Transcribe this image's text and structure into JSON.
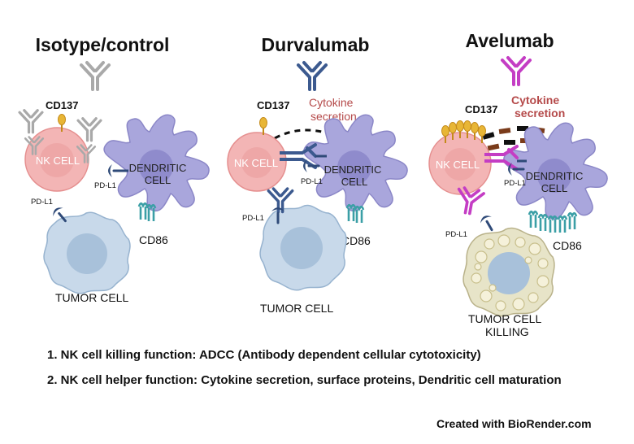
{
  "panels": [
    {
      "title": "Isotype/control",
      "cd137": "CD137",
      "nk_cell": "NK CELL",
      "dendritic_line1": "DENDRITIC",
      "dendritic_line2": "CELL",
      "pdl1_dc": "PD-L1",
      "pdl1_tumor": "PD-L1",
      "cd86": "CD86",
      "tumor_line1": "TUMOR CELL",
      "tumor_line2": ""
    },
    {
      "title": "Durvalumab",
      "cd137": "CD137",
      "cytokine_line1": "Cytokine",
      "cytokine_line2": "secretion",
      "nk_cell": "NK CELL",
      "dendritic_line1": "DENDRITIC",
      "dendritic_line2": "CELL",
      "pdl1_dc": "PD-L1",
      "pdl1_tumor": "PD-L1",
      "cd86": "CD86",
      "tumor_line1": "TUMOR CELL",
      "tumor_line2": ""
    },
    {
      "title": "Avelumab",
      "cd137": "CD137",
      "cytokine_line1": "Cytokine",
      "cytokine_line2": "secretion",
      "nk_cell": "NK CELL",
      "dendritic_line1": "DENDRITIC",
      "dendritic_line2": "CELL",
      "pdl1_dc": "PD-L1",
      "pdl1_tumor": "PD-L1",
      "cd86": "CD86",
      "tumor_line1": "TUMOR CELL",
      "tumor_line2": "KILLING"
    }
  ],
  "notes": [
    "1.  NK cell killing function: ADCC (Antibody dependent cellular cytotoxicity)",
    "2. NK cell helper function: Cytokine secretion, surface proteins,  Dendritic cell maturation"
  ],
  "credit": "Created with BioRender.com",
  "colors": {
    "control_antibody": "#a9a9a9",
    "durvalumab_antibody": "#3c5a8f",
    "avelumab_antibody": "#c43dc4",
    "nk_cell": "#f3b5b5",
    "dendritic_cell": "#a9a6dc",
    "tumor_cell": "#c2d4e6",
    "cd137": "#e8b636",
    "cd86": "#3b9fa6",
    "cytokine_text": "#b54a4a"
  }
}
